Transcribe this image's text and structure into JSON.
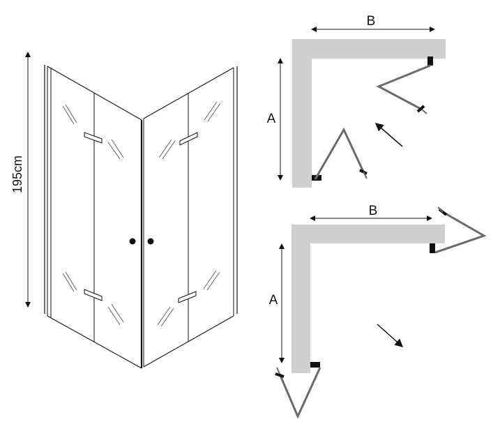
{
  "cabin": {
    "height_label": "195cm"
  },
  "plan_open_inward": {
    "width_label": "B",
    "depth_label": "A"
  },
  "plan_open_outward": {
    "width_label": "B",
    "depth_label": "A"
  },
  "colors": {
    "line": "#111111",
    "wall": "#cfcfcf",
    "door": "#6a6a6a",
    "hinge": "#111111"
  }
}
